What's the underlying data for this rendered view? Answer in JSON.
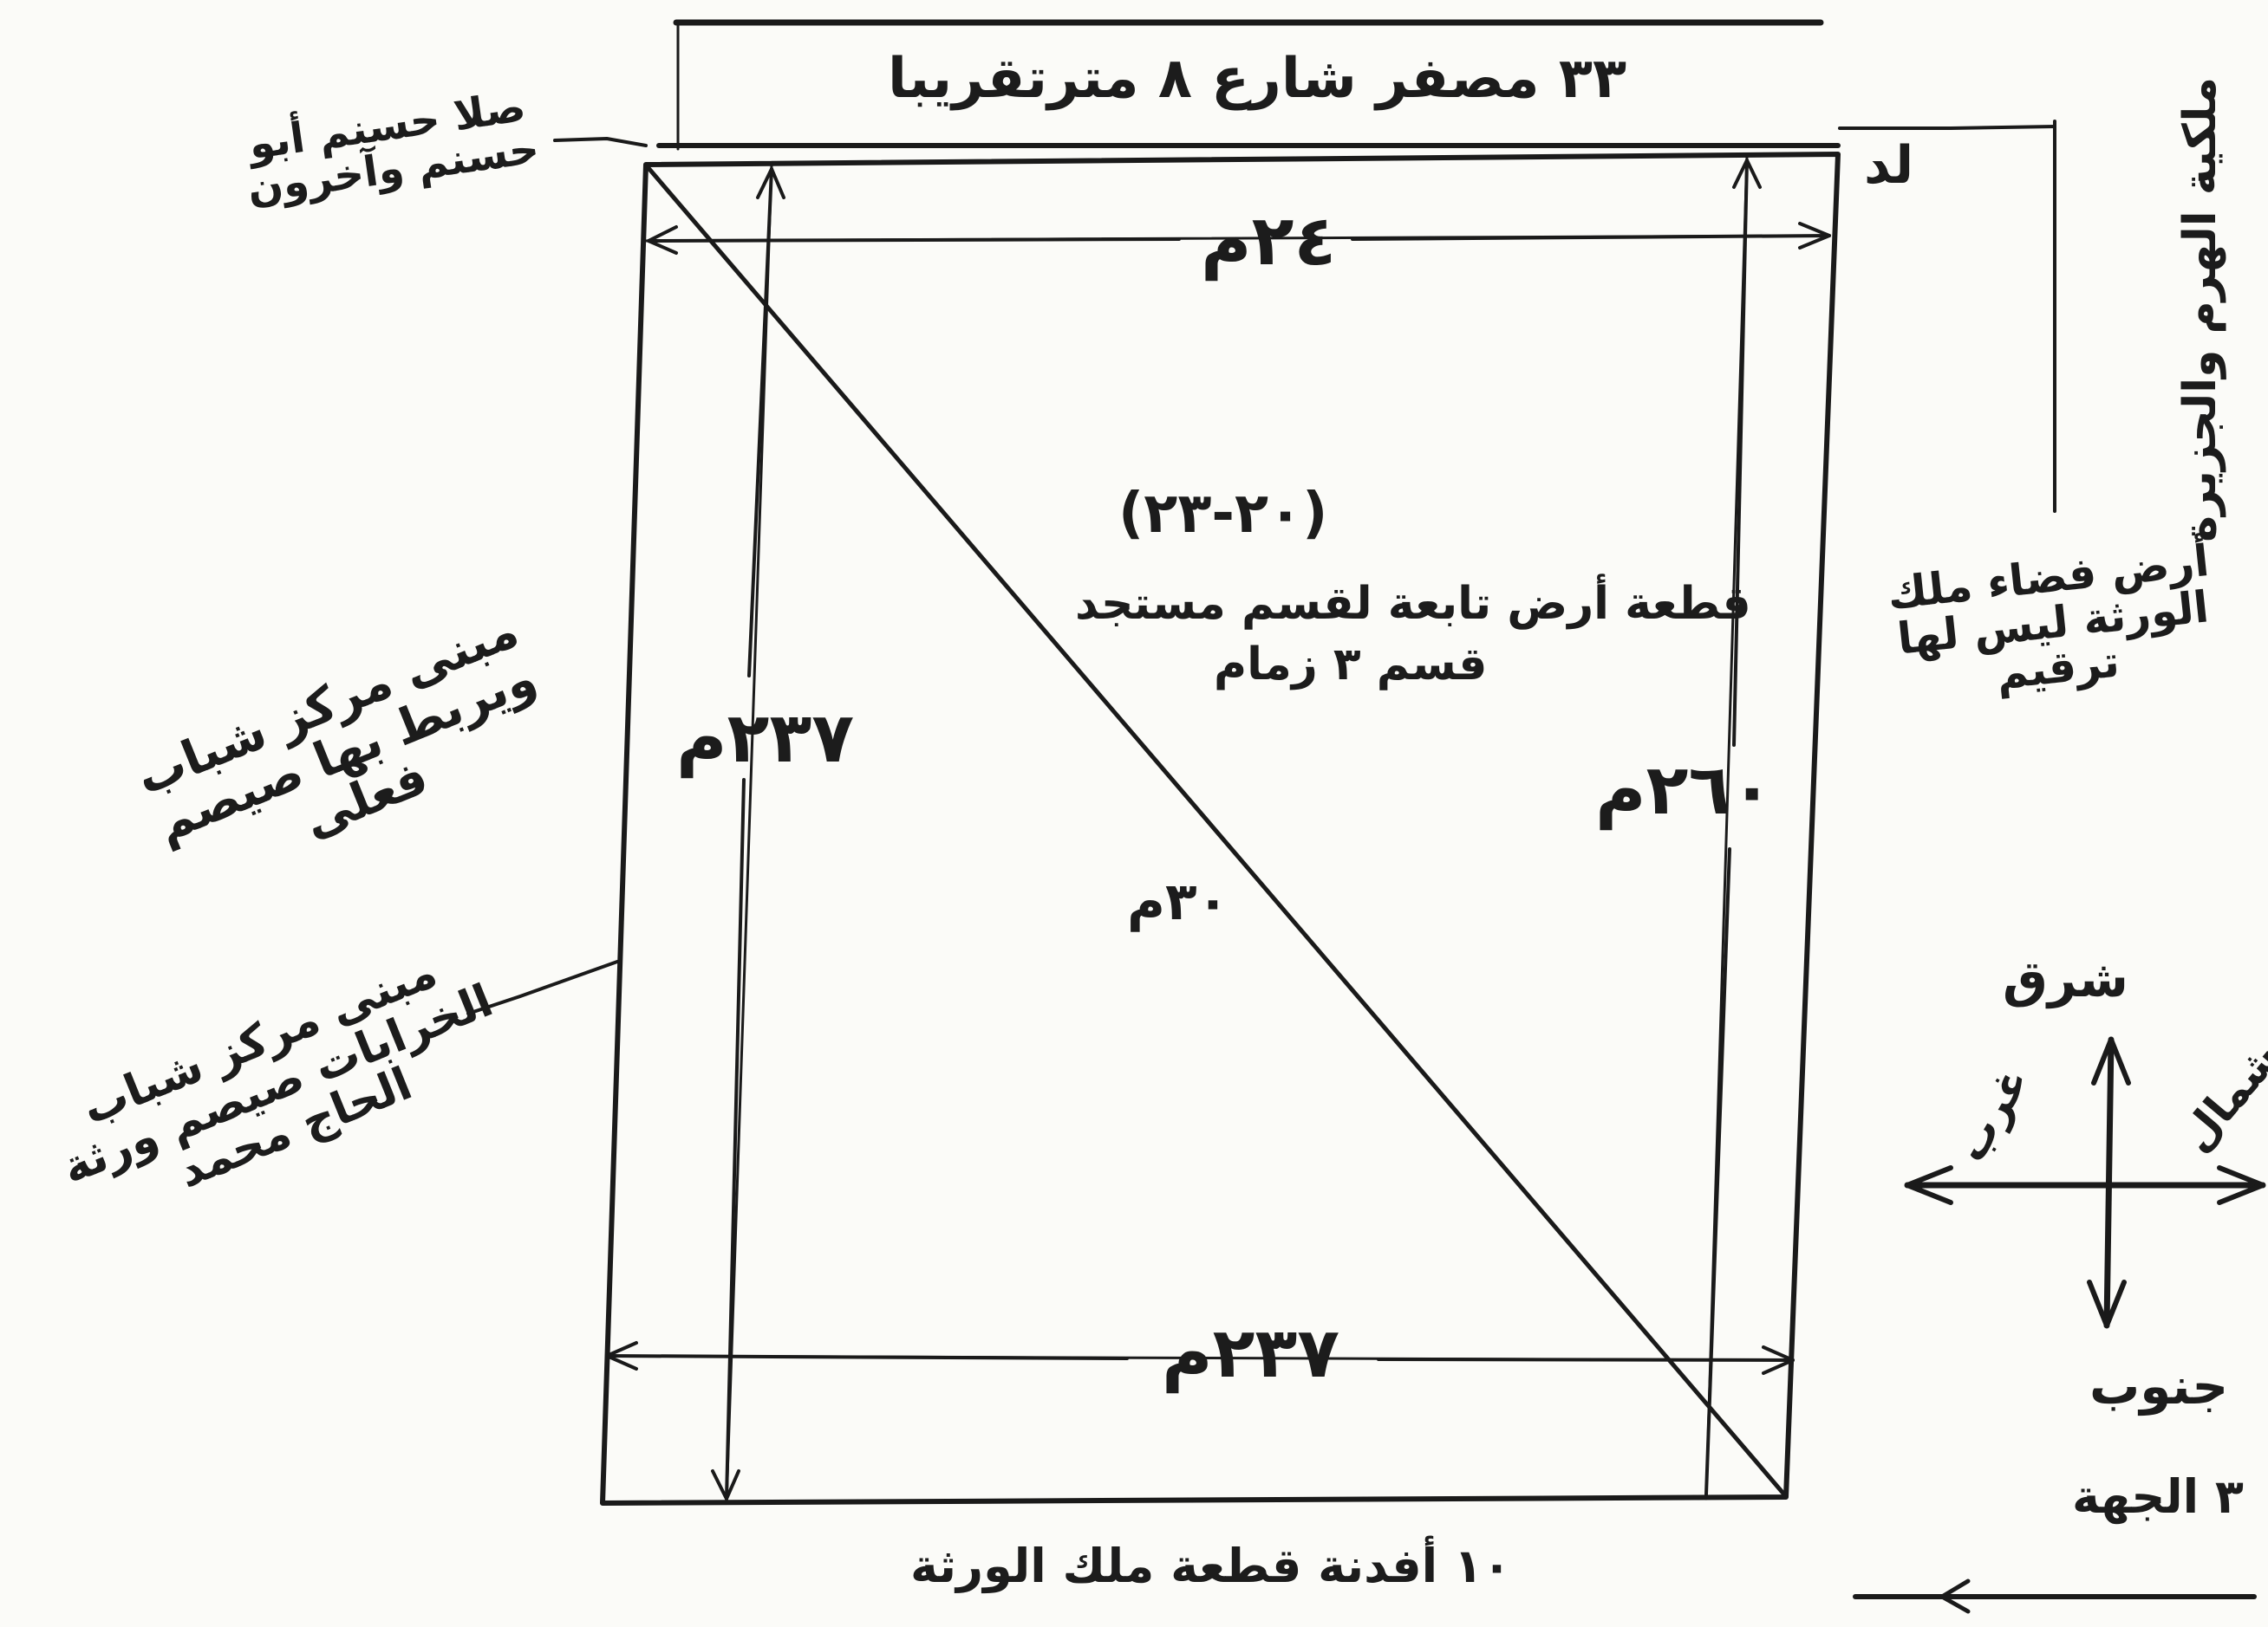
{
  "diagram": {
    "top_street_label": "٣٣ مصفر شارع ٨ مترتقريبا",
    "top_left_note": "صلا حسنم أبو حسنم وآخرون",
    "top_right_edge_label": "لد",
    "right_vertical_note": "ملكية الهرم والجزيرة",
    "right_upper_note": "أرض فضاء ملك الورثة ليس لها ترقيم",
    "left_upper_note": "مبنى مركز شباب ويربط بها صيصم فعلى",
    "left_lower_note": "مبنى مركز شباب الخرابات صيصم ورثة الحاج محمد",
    "center_note_line1": "(٢٠-٢٣)",
    "center_note_line2": "قطعة أرض تابعة لقسم مستجد",
    "center_note_line3": "قسم ٣ زمام",
    "dim_top": "٢٤م",
    "dim_bottom": "٢٣٧م",
    "dim_left": "٢٣٧م",
    "dim_right": "٢٦٠م",
    "dim_diagonal": "٣٠م",
    "bottom_note": "١٠ أفدنة قطعة ملك الورثة",
    "compass": {
      "north": "شرق",
      "south": "جنوب",
      "west": "غرب",
      "east": "شمال",
      "scale_label": "٣ الجهة"
    }
  }
}
